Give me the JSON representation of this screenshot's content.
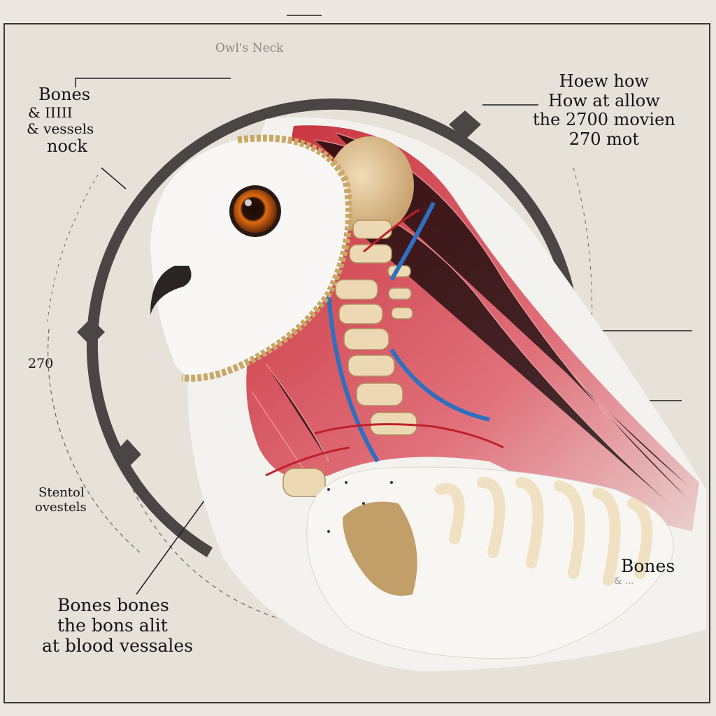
{
  "title": "Owl's Neck",
  "labels": {
    "top_left": [
      "Bones",
      "& IIIII",
      "& vessels",
      "nock"
    ],
    "top_right": [
      "Hoew how",
      "How at allow",
      "the 2700 movien",
      "270 mot"
    ],
    "left_degree": "270",
    "mid_left": [
      "Stentol",
      "ovestels"
    ],
    "bottom_left": [
      "Bones bones",
      "the bons alit",
      "at blood vessales"
    ],
    "bottom_right": [
      "Bones",
      "& ..."
    ]
  },
  "colors": {
    "background": "#e6e2da",
    "ring": "#4a4643",
    "muscle": "#d9515a",
    "vessel": "#2f6fc0",
    "bone": "#e8d6b0",
    "feather": "#f7f5f2",
    "eye": "#d0620e"
  }
}
